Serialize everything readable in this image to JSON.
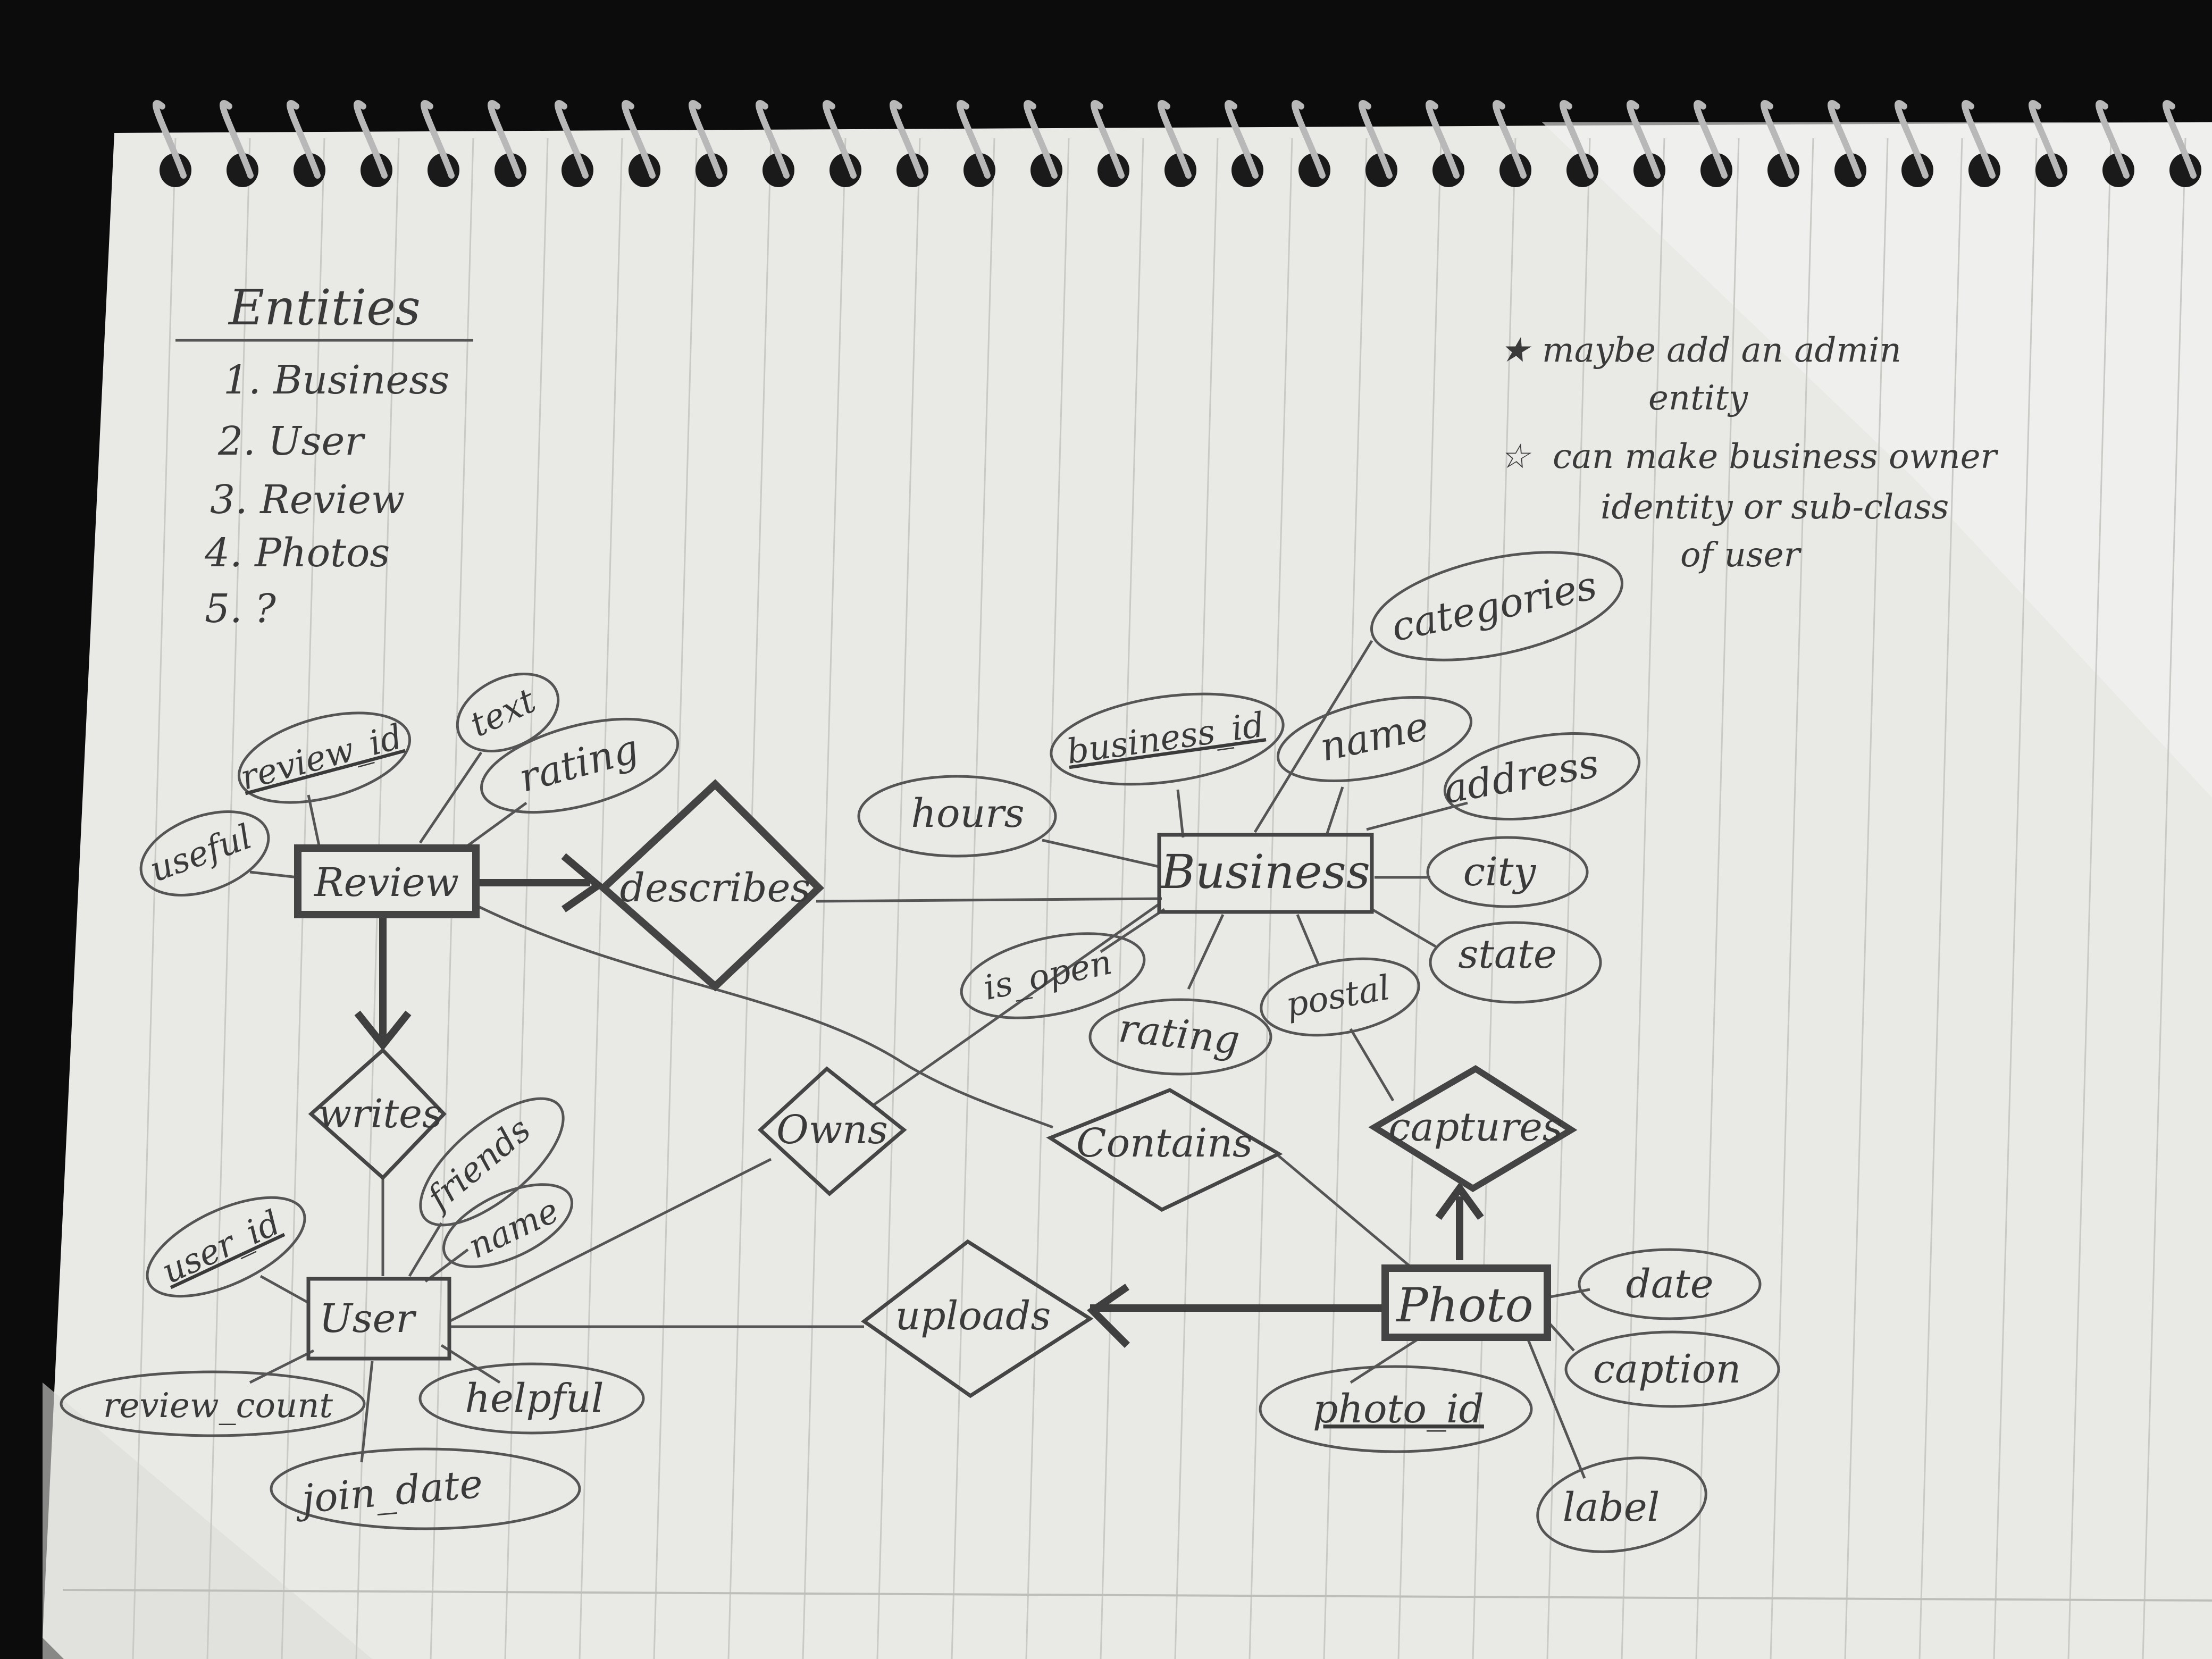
{
  "entities_list": {
    "heading": "Entities",
    "items": [
      "1. Business",
      "2. User",
      "3. Review",
      "4. Photos",
      "5. ?"
    ]
  },
  "notes": [
    {
      "lines": [
        "maybe add an admin",
        "entity"
      ]
    },
    {
      "lines": [
        "can make business owner",
        "identity or sub-class",
        "of user"
      ]
    }
  ],
  "diagram": {
    "entities": {
      "review": "Review",
      "business": "Business",
      "user": "User",
      "photo": "Photo"
    },
    "relationships": {
      "describes": "describes",
      "writes": "writes",
      "owns": "Owns",
      "contains": "Contains",
      "uploads": "uploads",
      "captures": "captures"
    },
    "attributes": {
      "review_id": "review_id",
      "text": "text",
      "review_rating": "rating",
      "useful": "useful",
      "hours": "hours",
      "business_id": "business_id",
      "name_business": "name",
      "categories": "categories",
      "address": "address",
      "city": "city",
      "state": "state",
      "postal": "postal",
      "business_rating": "rating",
      "is_open": "is_open",
      "user_id": "user_id",
      "friends": "friends",
      "name_user": "name",
      "review_count": "review_count",
      "helpful": "helpful",
      "join_date": "join_date",
      "date": "date",
      "caption": "caption",
      "photo_id": "photo_id",
      "label": "label"
    }
  }
}
